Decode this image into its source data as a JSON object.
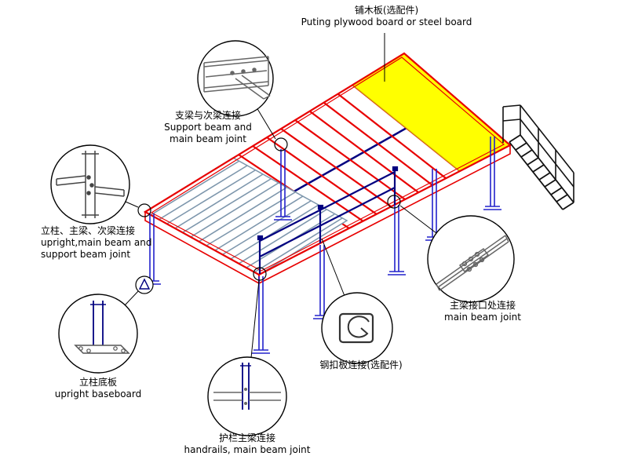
{
  "callouts": {
    "plywood": {
      "cn": "铺木板(选配件)",
      "en": "Puting plywood board or steel board"
    },
    "support_beam_joint": {
      "cn": "支梁与次梁连接",
      "en1": "Support beam and",
      "en2": "main beam joint"
    },
    "upright_joint": {
      "cn": "立柱、主梁、次梁连接",
      "en1": "upright,main beam and",
      "en2": "support beam joint"
    },
    "baseboard": {
      "cn": "立柱底板",
      "en": "upright baseboard"
    },
    "handrail_joint": {
      "cn": "护栏主梁连接",
      "en": "handrails, main beam joint"
    },
    "buckle_plate": {
      "cn": "钢扣板连接(选配件)"
    },
    "main_beam_joint": {
      "cn": "主梁接口处连接",
      "en": "main beam joint"
    }
  },
  "colors": {
    "frame_red": "#e80000",
    "column_blue": "#2222cc",
    "board_yellow": "#ffff00",
    "deck_gray": "#7d96ac",
    "rail_navy": "#000080",
    "stair_black": "#111111",
    "sketch_gray": "#666666"
  }
}
